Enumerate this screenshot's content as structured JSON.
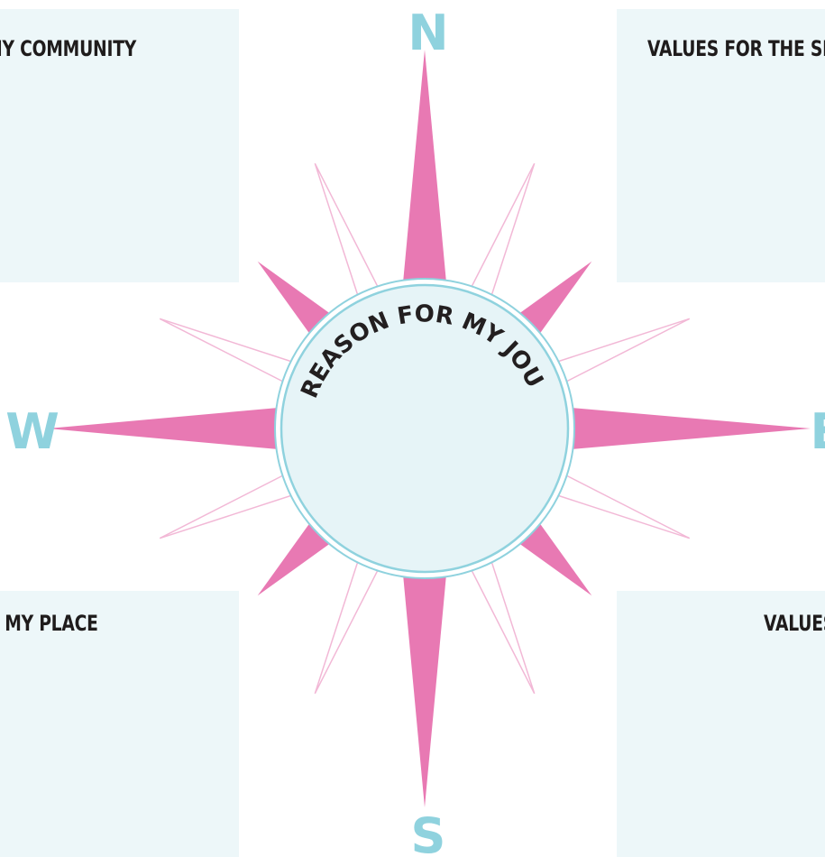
{
  "panels": {
    "top_left": {
      "title": "MY COMMUNITY"
    },
    "top_right": {
      "title": "VALUES FOR THE SELF"
    },
    "bottom_left": {
      "title": "MY PLACE"
    },
    "bottom_right": {
      "title": "VALUES"
    }
  },
  "compass": {
    "north": "N",
    "south": "S",
    "east": "E",
    "west": "W",
    "center_title": "THE REASON FOR MY JOURNEY"
  },
  "colors": {
    "panel_bg": "#edf7f9",
    "pink_point": "#e879b3",
    "light_pink": "#f2b8d6",
    "teal": "#8fd2de",
    "center_fill": "#e6f4f7",
    "text_dark": "#1f1c1c"
  }
}
